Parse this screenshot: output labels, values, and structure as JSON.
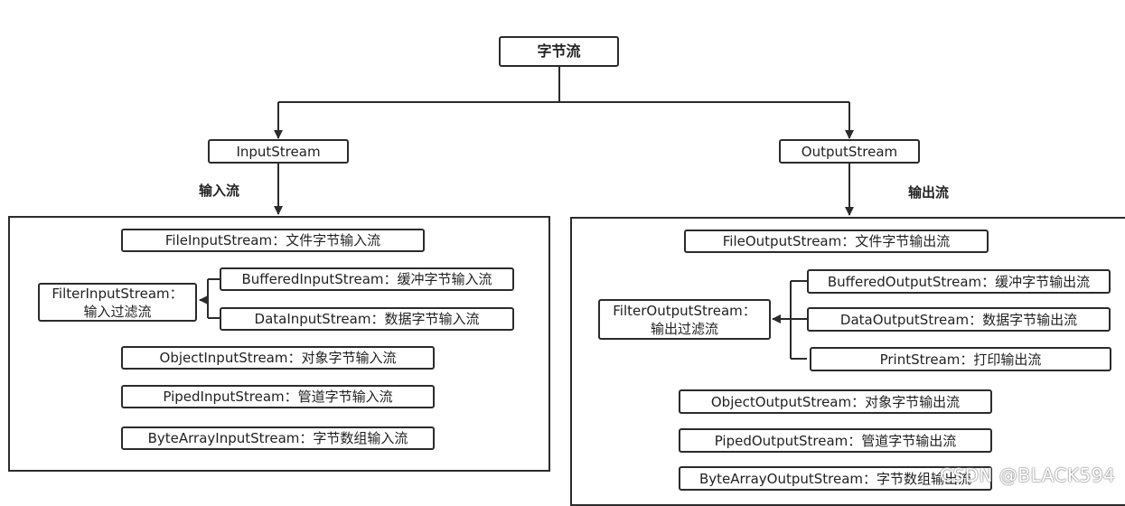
{
  "root": "字节流",
  "input": {
    "title": "InputStream",
    "label": "输入流",
    "file": "FileInputStream：文件字节输入流",
    "filter": {
      "line1": "FilterInputStream：",
      "line2": "输入过滤流"
    },
    "buffered": "BufferedInputStream：缓冲字节输入流",
    "data": "DataInputStream：数据字节输入流",
    "object": "ObjectInputStream：对象字节输入流",
    "piped": "PipedInputStream：管道字节输入流",
    "bytearray": "ByteArrayInputStream：字节数组输入流"
  },
  "output": {
    "title": "OutputStream",
    "label": "输出流",
    "file": "FileOutputStream：文件字节输出流",
    "filter": {
      "line1": "FilterOutputStream：",
      "line2": "输出过滤流"
    },
    "buffered": "BufferedOutputStream：缓冲字节输出流",
    "data": "DataOutputStream：数据字节输出流",
    "print": "PrintStream：打印输出流",
    "object": "ObjectOutputStream：对象字节输出流",
    "piped": "PipedOutputStream：管道字节输出流",
    "bytearray": "ByteArrayOutputStream：字节数组输出流"
  },
  "watermark": "CSDN @BLACK594"
}
